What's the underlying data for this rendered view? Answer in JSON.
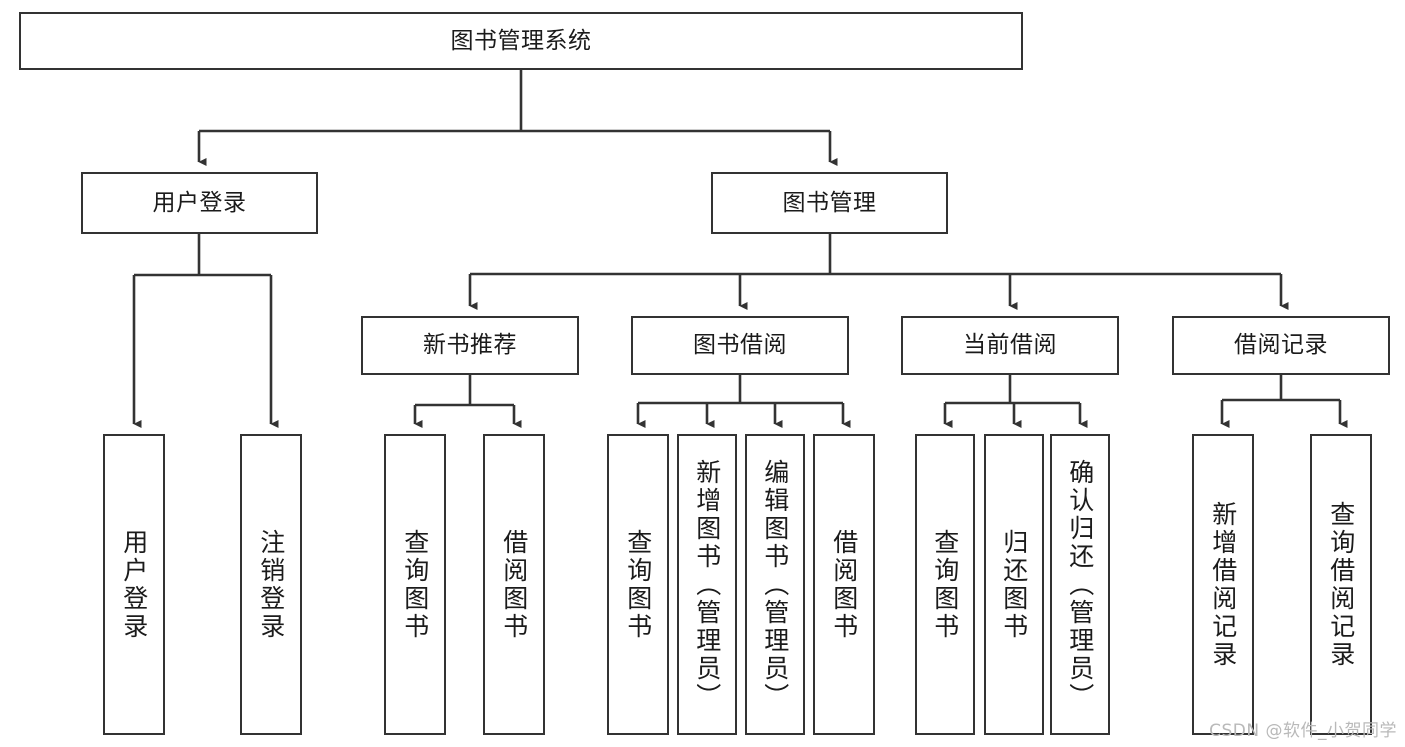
{
  "diagram": {
    "type": "tree-hierarchy-chart",
    "title": "图书管理系统",
    "root": {
      "id": "root",
      "label": "图书管理系统"
    },
    "level1": [
      {
        "id": "user-login",
        "label": "用户登录"
      },
      {
        "id": "book-manage",
        "label": "图书管理"
      }
    ],
    "level2": [
      {
        "id": "new-book-recommend",
        "label": "新书推荐",
        "parent": "book-manage"
      },
      {
        "id": "book-borrow",
        "label": "图书借阅",
        "parent": "book-manage"
      },
      {
        "id": "current-borrow",
        "label": "当前借阅",
        "parent": "book-manage"
      },
      {
        "id": "borrow-record",
        "label": "借阅记录",
        "parent": "book-manage"
      }
    ],
    "leaves": [
      {
        "id": "leaf-user-login",
        "label": "用户登录",
        "parent": "user-login"
      },
      {
        "id": "leaf-logout-login",
        "label": "注销登录",
        "parent": "user-login"
      },
      {
        "id": "leaf-query-book-1",
        "label": "查询图书",
        "parent": "new-book-recommend"
      },
      {
        "id": "leaf-borrow-book-1",
        "label": "借阅图书",
        "parent": "new-book-recommend"
      },
      {
        "id": "leaf-query-book-2",
        "label": "查询图书",
        "parent": "book-borrow"
      },
      {
        "id": "leaf-add-book",
        "label": "新增图书（管理员）",
        "parent": "book-borrow"
      },
      {
        "id": "leaf-edit-book",
        "label": "编辑图书（管理员）",
        "parent": "book-borrow"
      },
      {
        "id": "leaf-borrow-book-2",
        "label": "借阅图书",
        "parent": "book-borrow"
      },
      {
        "id": "leaf-query-book-3",
        "label": "查询图书",
        "parent": "current-borrow"
      },
      {
        "id": "leaf-return-book",
        "label": "归还图书",
        "parent": "current-borrow"
      },
      {
        "id": "leaf-confirm-return",
        "label": "确认归还（管理员）",
        "parent": "current-borrow"
      },
      {
        "id": "leaf-add-record",
        "label": "新增借阅记录",
        "parent": "borrow-record"
      },
      {
        "id": "leaf-query-record",
        "label": "查询借阅记录",
        "parent": "borrow-record"
      }
    ],
    "colors": {
      "stroke": "#333333",
      "fill": "#ffffff",
      "text": "#1b1b1b",
      "watermark": "#b9b9b9"
    }
  },
  "watermark": {
    "text": "CSDN @软件_小贺同学"
  }
}
